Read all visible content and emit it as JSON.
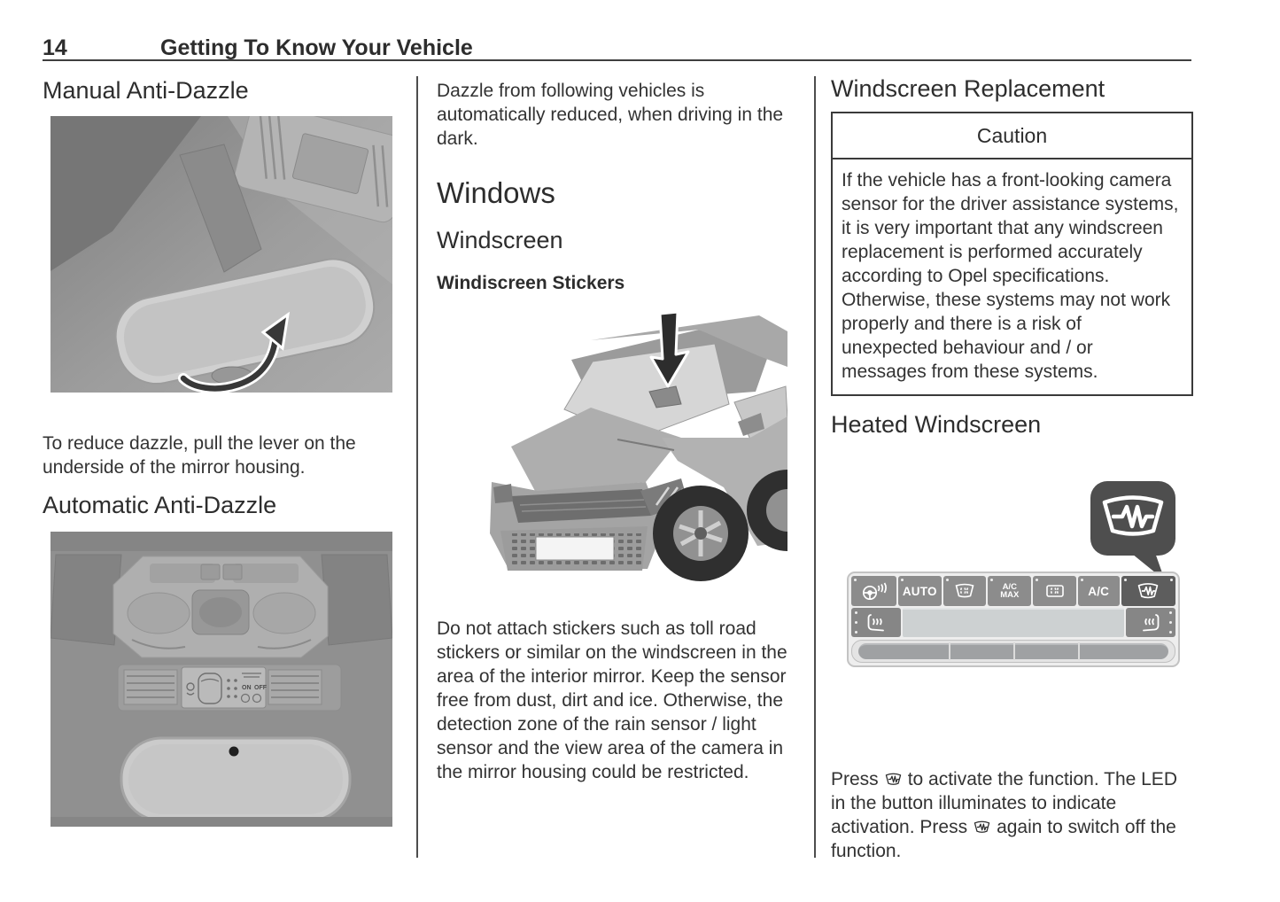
{
  "page": {
    "number": "14",
    "title": "Getting To Know Your Vehicle"
  },
  "left_column": {
    "section1_heading": "Manual Anti-Dazzle",
    "section1_body": "To reduce dazzle, pull the lever on the underside of the mirror housing.",
    "section2_heading": "Automatic Anti-Dazzle",
    "figures": {
      "manual_mirror": "interior-rearview-mirror-with-lever-arrow",
      "auto_mirror": "overhead-console-and-auto-dimming-mirror",
      "overhead_label_on": "ON",
      "overhead_label_off": "OFF"
    }
  },
  "middle_column": {
    "intro": "Dazzle from following vehicles is automatically reduced, when driving in the dark.",
    "windows_heading": "Windows",
    "windscreen_heading": "Windscreen",
    "stickers_heading": "Windiscreen Stickers",
    "stickers_body": "Do not attach stickers such as toll road stickers or similar on the windscreen in the area of the interior mirror. Keep the sensor free from dust, dirt and ice. Otherwise, the detection zone of the rain sensor / light sensor and the view area of the camera in the mirror housing could be restricted.",
    "figure": "suv-front-view-arrow-at-windscreen-mirror"
  },
  "right_column": {
    "replacement_heading": "Windscreen Replacement",
    "caution": {
      "title": "Caution",
      "body": "If the vehicle has a front-looking camera sensor for the driver assistance systems, it is very important that any windscreen replacement is performed accurately according to Opel specifications. Otherwise, these systems may not work properly and there is a risk of unexpected behaviour and / or messages from these systems."
    },
    "heated_heading": "Heated Windscreen",
    "hvac_panel": {
      "auto_label": "AUTO",
      "ac_max_line1": "A/C",
      "ac_max_line2": "MAX",
      "ac_label": "A/C",
      "icons": [
        "heated-steering-wheel-icon",
        "front-demist-icon",
        "rear-demist-icon",
        "heated-windscreen-icon",
        "heated-seat-left-icon",
        "heated-seat-right-icon",
        "heated-windscreen-callout-icon"
      ],
      "colors": {
        "button": "#8c8c8c",
        "button_active": "#5d5d5d",
        "callout_bg": "#4e4e4e"
      }
    },
    "activation": {
      "part1": "Press",
      "part2": "to activate the function. The LED in the button illuminates to indicate activation. Press",
      "part3": "again to switch off the function."
    }
  }
}
